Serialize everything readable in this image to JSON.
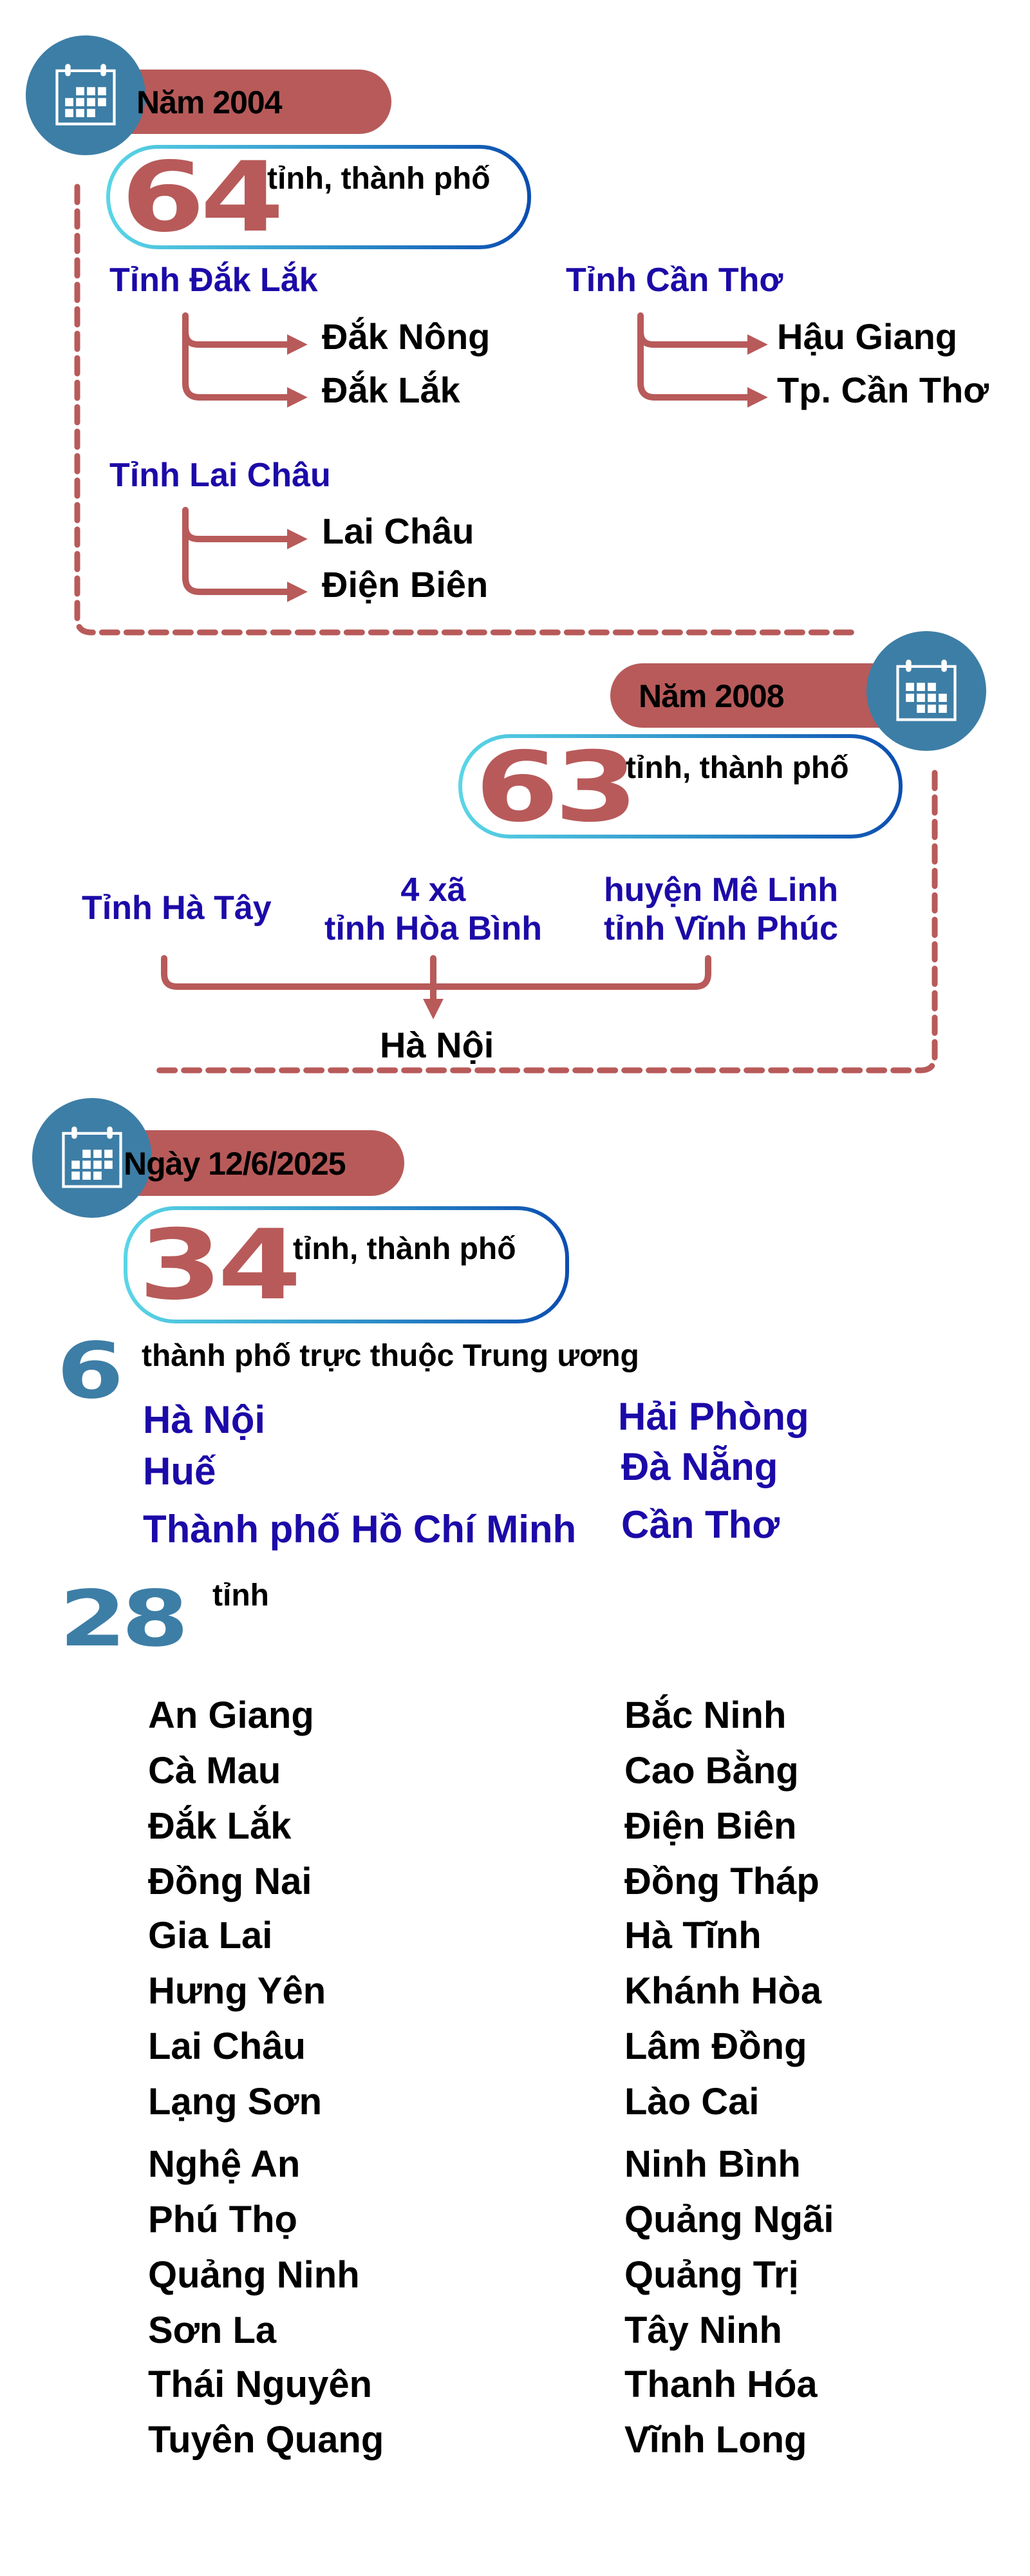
{
  "colors": {
    "accent_red": "#B85A5A",
    "accent_blue": "#3D7EA6",
    "text_blue": "#1C0AA8",
    "gradient_start": "#5AD6E6",
    "gradient_end": "#0B4DB0"
  },
  "sections": {
    "y2004": {
      "icon": "calendar-icon",
      "label": "Năm 2004",
      "count": "64",
      "count_unit": "tỉnh, thành phố",
      "splits": [
        {
          "source": "Tỉnh Đắk Lắk",
          "results": [
            "Đắk Nông",
            "Đắk Lắk"
          ]
        },
        {
          "source": "Tỉnh Cần Thơ",
          "results": [
            "Hậu Giang",
            "Tp. Cần Thơ"
          ]
        },
        {
          "source": "Tỉnh Lai Châu",
          "results": [
            "Lai Châu",
            "Điện Biên"
          ]
        }
      ]
    },
    "y2008": {
      "icon": "calendar-icon",
      "label": "Năm 2008",
      "count": "63",
      "count_unit": "tỉnh, thành phố",
      "merge_sources": [
        {
          "line1": "Tỉnh Hà Tây",
          "line2": ""
        },
        {
          "line1": "4 xã",
          "line2": "tỉnh Hòa Bình"
        },
        {
          "line1": "huyện Mê Linh",
          "line2": "tỉnh Vĩnh Phúc"
        }
      ],
      "merge_result": "Hà Nội"
    },
    "y2025": {
      "icon": "calendar-icon",
      "label": "Ngày 12/6/2025",
      "count": "34",
      "count_unit": "tỉnh, thành phố",
      "cities": {
        "count": "6",
        "label": "thành phố trực thuộc Trung ương",
        "items": [
          "Hà Nội",
          "Hải Phòng",
          "Huế",
          "Đà Nẵng",
          "Thành phố Hồ Chí Minh",
          "Cần Thơ"
        ]
      },
      "provinces": {
        "count": "28",
        "label": "tỉnh",
        "items": [
          "An Giang",
          "Bắc Ninh",
          "Cà Mau",
          "Cao Bằng",
          "Đắk Lắk",
          "Điện Biên",
          "Đồng Nai",
          "Đồng Tháp",
          "Gia Lai",
          "Hà Tĩnh",
          "Hưng Yên",
          "Khánh Hòa",
          "Lai Châu",
          "Lâm Đồng",
          "Lạng Sơn",
          "Lào Cai",
          "Nghệ An",
          "Ninh Bình",
          "Phú Thọ",
          "Quảng Ngãi",
          "Quảng Ninh",
          "Quảng Trị",
          "Sơn La",
          "Tây Ninh",
          "Thái Nguyên",
          "Thanh Hóa",
          "Tuyên Quang",
          "Vĩnh Long"
        ]
      }
    }
  }
}
